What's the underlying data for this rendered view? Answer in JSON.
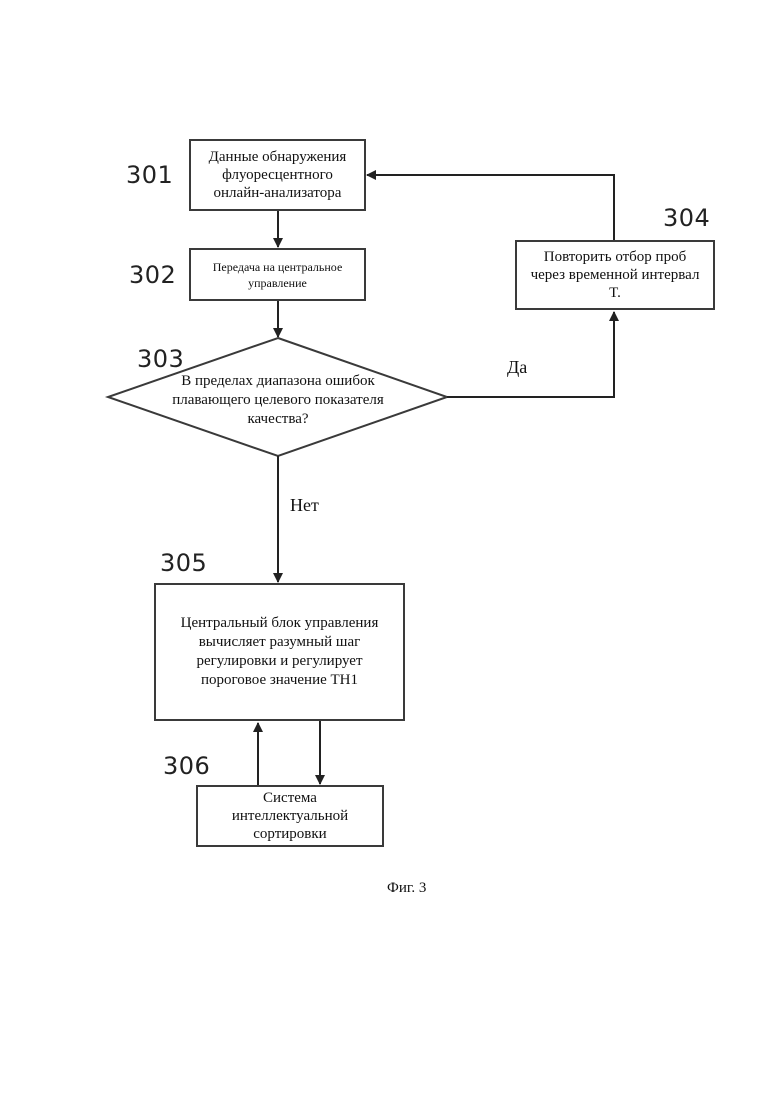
{
  "diagram": {
    "nodes": {
      "n301": {
        "ref": "301",
        "text": "Данные обнаружения\nфлуоресцентного\nонлайн-анализатора"
      },
      "n302": {
        "ref": "302",
        "text": "Передача на центральное\nуправление"
      },
      "n303": {
        "ref": "303",
        "text": "В пределах диапазона ошибок\nплавающего целевого показателя\nкачества?"
      },
      "n304": {
        "ref": "304",
        "text": "Повторить отбор проб\nчерез временной интервал\nT."
      },
      "n305": {
        "ref": "305",
        "text": "Центральный блок управления\nвычисляет разумный шаг\nрегулировки и регулирует\nпороговое значение TH1"
      },
      "n306": {
        "ref": "306",
        "text": "Система\nинтеллектуальной\nсортировки"
      }
    },
    "edges": {
      "yes_label": "Да",
      "no_label": "Нет"
    },
    "caption": "Фиг. 3"
  }
}
